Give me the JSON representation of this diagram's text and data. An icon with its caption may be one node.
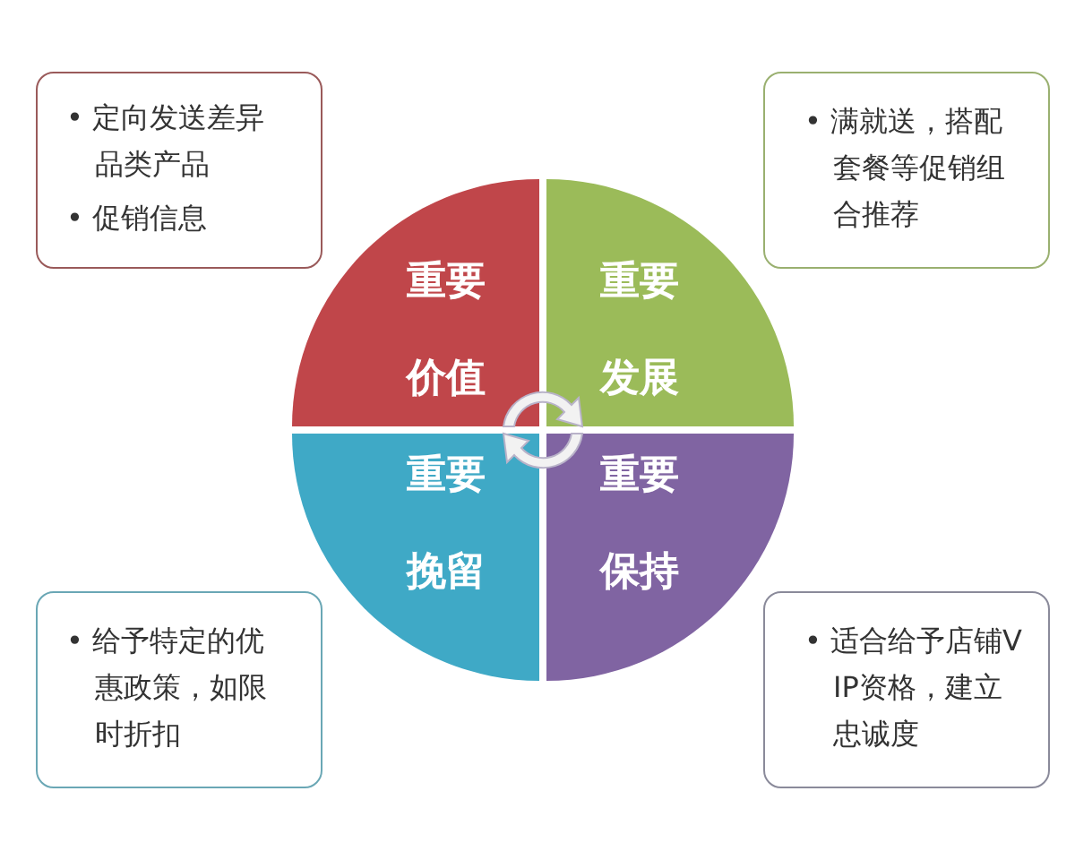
{
  "diagram": {
    "nodes": [
      {
        "text": [
          "• 定向发送差异品类产品",
          "• 促销信息"
        ]
      },
      {
        "text": [
          "• 满就送，搭配套餐等促销组合推荐"
        ]
      },
      {
        "text": [
          "重要",
          "价值"
        ]
      },
      {
        "text": [
          "重要",
          "发展"
        ]
      },
      {
        "text": [
          "重要",
          "挽留"
        ]
      },
      {
        "text": [
          "重要",
          "保持"
        ]
      },
      {
        "text": [
          "• 给予特定的优惠政策，如限时折扣"
        ]
      },
      {
        "text": [
          "• 适合给予店铺VIP资格，建立忠诚度"
        ]
      }
    ]
  }
}
